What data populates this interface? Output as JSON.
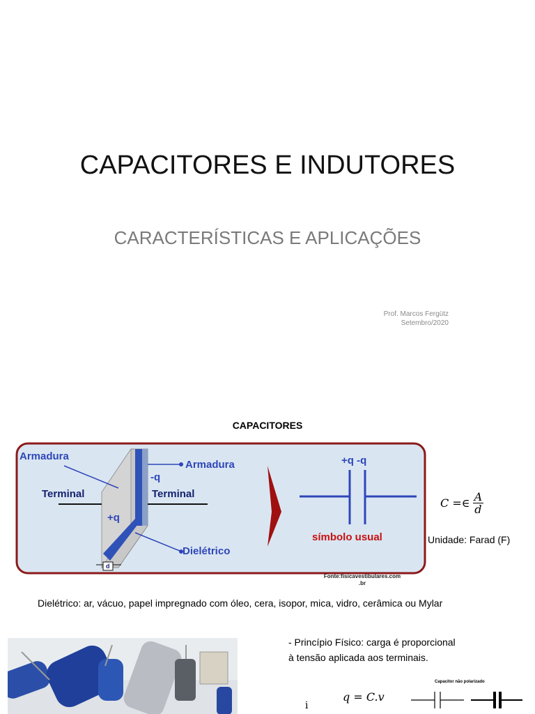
{
  "slide1": {
    "title": "CAPACITORES E INDUTORES",
    "subtitle": "CARACTERÍSTICAS E APLICAÇÕES",
    "author": "Prof. Marcos Fergütz",
    "date": "Setembro/2020"
  },
  "slide2": {
    "heading": "CAPACITORES",
    "diagram": {
      "armadura_left": "Armadura",
      "armadura_right": "Armadura",
      "terminal_left": "Terminal",
      "terminal_right": "Terminal",
      "plus_q": "+q",
      "minus_q": "-q",
      "dieletrico": "Dielétrico",
      "d": "d",
      "symbol_charges": "+q -q",
      "symbol_caption": "símbolo usual",
      "colors": {
        "frame": "#8b1a1a",
        "background": "#d9e6f2",
        "plate": "#2f52b8",
        "arrow": "#a01010",
        "label": "#2f46b8"
      }
    },
    "formula": {
      "lhs": "C =∈",
      "num": "A",
      "den": "d"
    },
    "unit": "Unidade: Farad (F)",
    "source_line1": "Fonte:fisicavestibulares.com",
    "source_line2": ".br",
    "dielectric_text": "Dielétrico: ar, vácuo, papel impregnado com óleo, cera, isopor, mica, vidro, cerâmica ou Mylar",
    "principle_line1": "- Princípio Físico: carga é proporcional",
    "principle_line2": "à tensão aplicada aos terminais.",
    "equation": "q = C.v",
    "current_letter": "i",
    "nonpolar_label": "Capacitor não polarizado"
  }
}
